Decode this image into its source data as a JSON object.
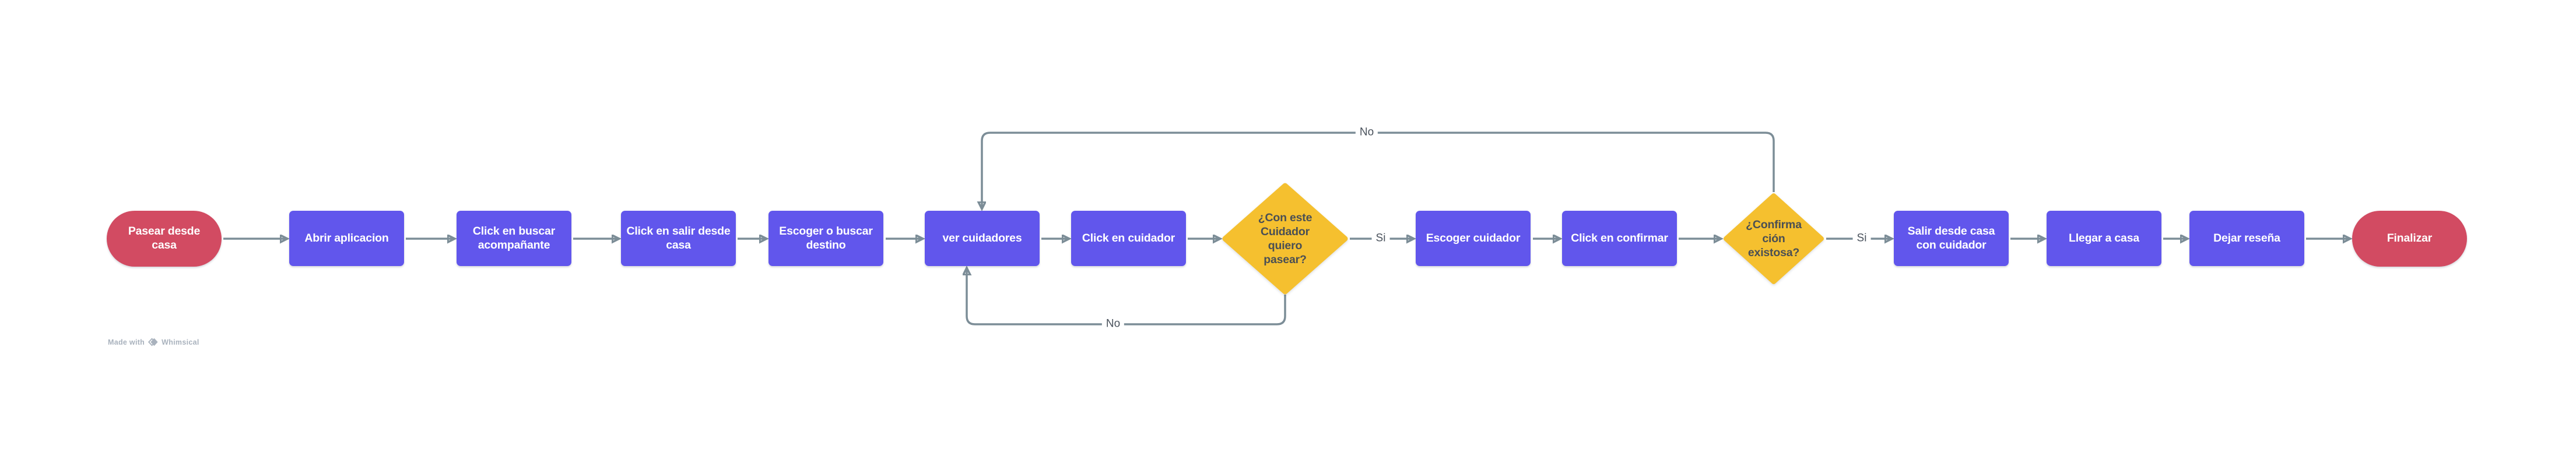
{
  "diagram": {
    "type": "flowchart",
    "orientation": "left-to-right",
    "tool_watermark": {
      "made_with": "Made with",
      "brand": "Whimsical"
    }
  },
  "colors": {
    "background": "#FFFFFF",
    "process_fill": "#6156EC",
    "terminal_fill": "#D24B62",
    "decision_fill": "#F5C02F",
    "connector": "#7C8D97",
    "node_text": "#FFFFFF",
    "decision_text": "#4A4F54",
    "edge_label_text": "#4A525C",
    "watermark_text": "#A9B2BD"
  },
  "nodes": [
    {
      "type": "terminal",
      "label": "Pasear desde casa"
    },
    {
      "type": "process",
      "label": "Abrir aplicacion"
    },
    {
      "type": "process",
      "label": "Click en buscar acompañante"
    },
    {
      "type": "process",
      "label": "Click en salir desde casa"
    },
    {
      "type": "process",
      "label": "Escoger o buscar destino"
    },
    {
      "type": "process",
      "label": "ver cuidadores"
    },
    {
      "type": "process",
      "label": "Click en cuidador"
    },
    {
      "type": "decision",
      "label": "¿Con este Cuidador quiero pasear?",
      "lines": [
        "¿Con este",
        "Cuidador",
        "quiero",
        "pasear?"
      ]
    },
    {
      "type": "process",
      "label": "Escoger cuidador"
    },
    {
      "type": "process",
      "label": "Click en confirmar"
    },
    {
      "type": "decision",
      "label": "¿Confirmación existosa?",
      "lines": [
        "¿Confirma",
        "ción",
        "existosa?"
      ]
    },
    {
      "type": "process",
      "label": "Salir desde casa con cuidador"
    },
    {
      "type": "process",
      "label": "Llegar a casa"
    },
    {
      "type": "process",
      "label": "Dejar reseña"
    },
    {
      "type": "terminal",
      "label": "Finalizar"
    }
  ],
  "edges": [
    {
      "from": "Pasear desde casa",
      "to": "Abrir aplicacion",
      "label": ""
    },
    {
      "from": "Abrir aplicacion",
      "to": "Click en buscar acompañante",
      "label": ""
    },
    {
      "from": "Click en buscar acompañante",
      "to": "Click en salir desde casa",
      "label": ""
    },
    {
      "from": "Click en salir desde casa",
      "to": "Escoger o buscar destino",
      "label": ""
    },
    {
      "from": "Escoger o buscar destino",
      "to": "ver cuidadores",
      "label": ""
    },
    {
      "from": "ver cuidadores",
      "to": "Click en cuidador",
      "label": ""
    },
    {
      "from": "Click en cuidador",
      "to": "¿Con este Cuidador quiero pasear?",
      "label": ""
    },
    {
      "from": "¿Con este Cuidador quiero pasear?",
      "to": "Escoger cuidador",
      "label": "Si"
    },
    {
      "from": "Escoger cuidador",
      "to": "Click en confirmar",
      "label": ""
    },
    {
      "from": "Click en confirmar",
      "to": "¿Confirmación existosa?",
      "label": ""
    },
    {
      "from": "¿Confirmación existosa?",
      "to": "Salir desde casa con cuidador",
      "label": "Si"
    },
    {
      "from": "Salir desde casa con cuidador",
      "to": "Llegar a casa",
      "label": ""
    },
    {
      "from": "Llegar a casa",
      "to": "Dejar reseña",
      "label": ""
    },
    {
      "from": "Dejar reseña",
      "to": "Finalizar",
      "label": ""
    },
    {
      "from": "¿Con este Cuidador quiero pasear?",
      "to": "ver cuidadores",
      "label": "No",
      "route": "bottom-loop"
    },
    {
      "from": "¿Confirmación existosa?",
      "to": "ver cuidadores",
      "label": "No",
      "route": "top-loop"
    }
  ]
}
